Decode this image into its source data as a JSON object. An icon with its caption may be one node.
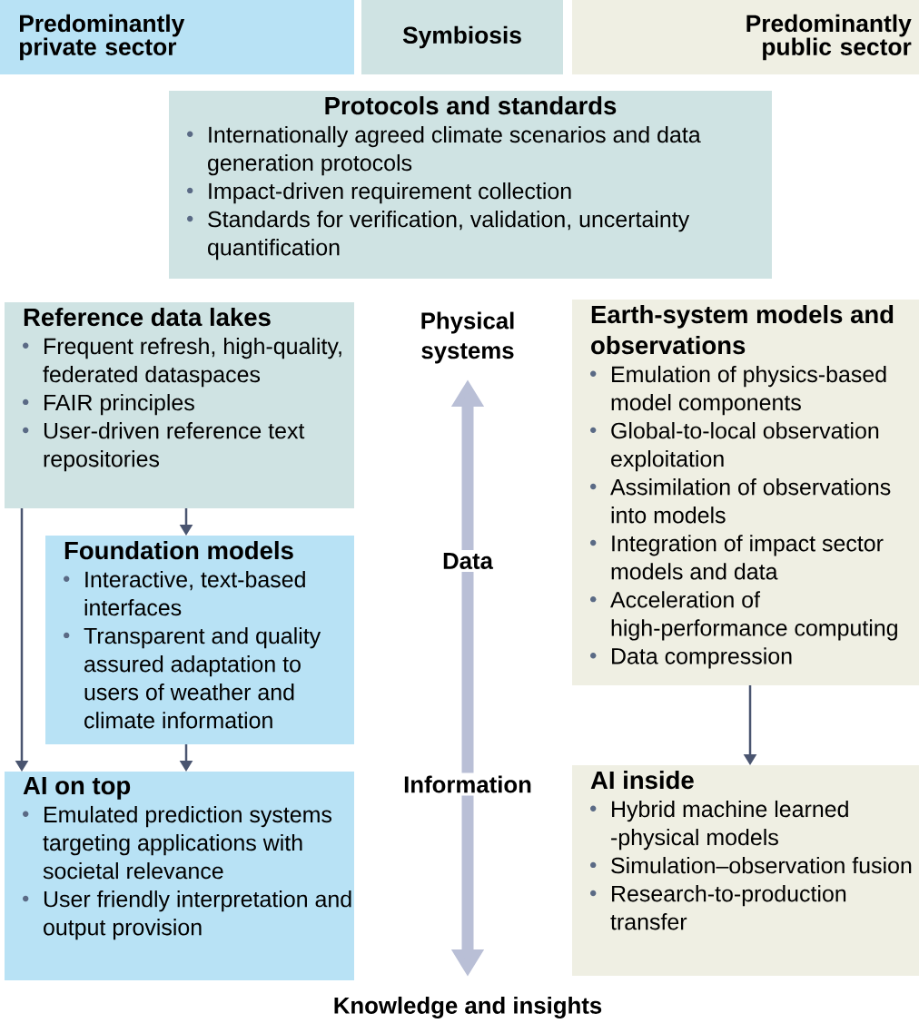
{
  "diagram": {
    "nodes": [
      {
        "text": [
          "Predominantly private sector"
        ]
      },
      {
        "text": [
          "Symbiosis"
        ]
      },
      {
        "text": [
          "Predominantly public sector"
        ]
      },
      {
        "text": [
          "Protocols and standards",
          "Internationally agreed climate scenarios and data generation protocols",
          "Impact-driven requirement collection",
          "Standards for verification, validation, uncertainty quantification"
        ]
      },
      {
        "text": [
          "Reference data lakes",
          "Frequent refresh, high-quality, federated dataspaces",
          "FAIR principles",
          "User-driven reference text repositories"
        ]
      },
      {
        "text": [
          "Foundation models",
          "Interactive, text-based interfaces",
          "Transparent and quality assured adaptation to users of weather and climate information"
        ]
      },
      {
        "text": [
          "AI on top",
          "Emulated prediction systems targeting applications with societal relevance",
          "User friendly interpretation and output provision"
        ]
      },
      {
        "text": [
          "Earth-system models and observations",
          "Emulation of physics-based model components",
          "Global-to-local observation exploitation",
          "Assimilation of observations into models",
          "Integration of impact sector models and data",
          "Acceleration of high-performance computing",
          "Data compression"
        ]
      },
      {
        "text": [
          "AI inside",
          "Hybrid machine learned -physical models",
          "Simulation–observation fusion",
          "Research-to-production transfer"
        ]
      }
    ],
    "edges": [
      {
        "from": 4,
        "to": 5,
        "arrow": "to"
      },
      {
        "from": 5,
        "to": 6,
        "arrow": "to"
      },
      {
        "from": 4,
        "to": 6,
        "arrow": "to"
      },
      {
        "from": 7,
        "to": 8,
        "arrow": "to"
      }
    ],
    "labels": [
      "Physical systems",
      "Data",
      "Information",
      "Knowledge and insights"
    ]
  }
}
